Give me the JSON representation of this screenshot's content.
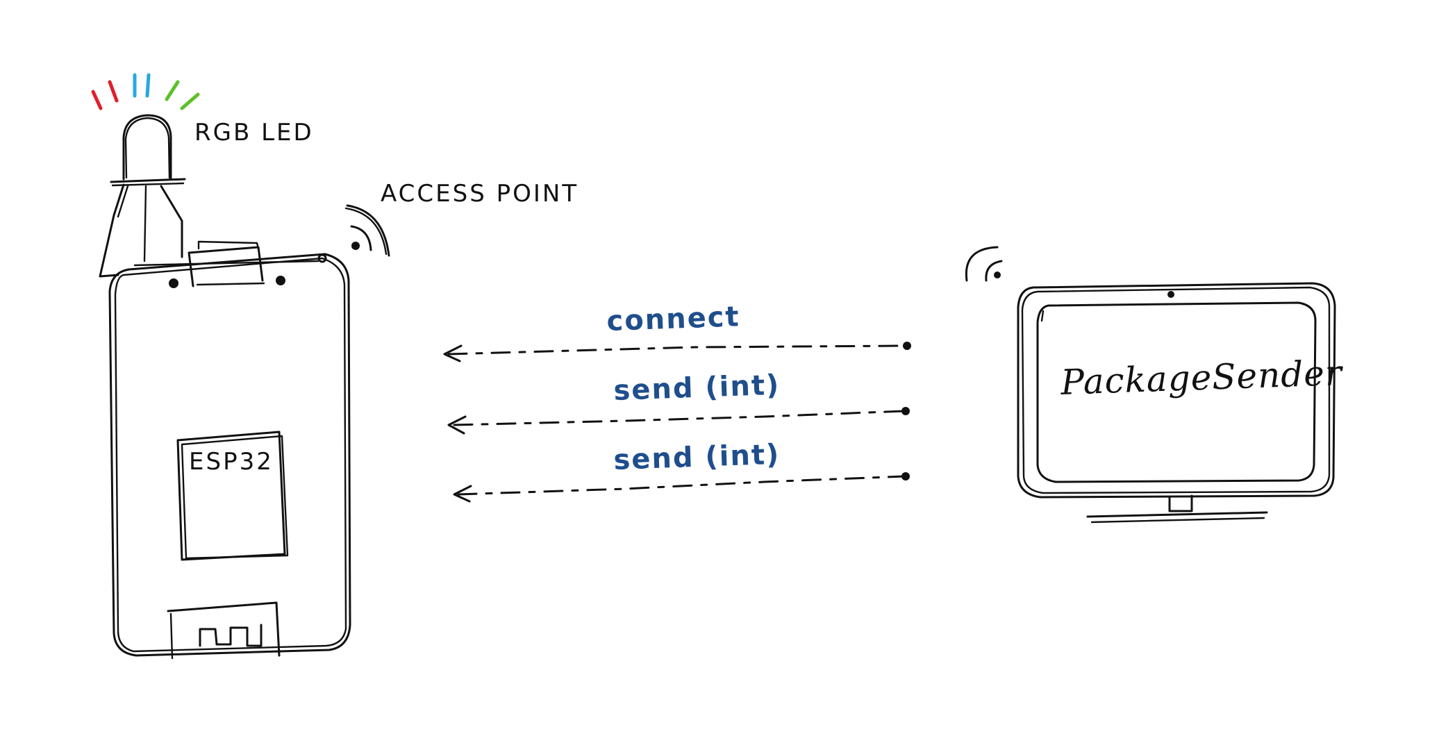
{
  "diagram": {
    "device": {
      "led_label": "RGB LED",
      "chip_label": "ESP32",
      "wifi_label": "ACCESS POINT"
    },
    "computer": {
      "screen_label": "PackageSender"
    },
    "messages": [
      {
        "label": "connect"
      },
      {
        "label": "send (int)"
      },
      {
        "label": "send (int)"
      }
    ],
    "colors": {
      "message_text": "#1f4e8c",
      "ink": "#111111",
      "led_red": "#e0202a",
      "led_blue": "#2aa7e0",
      "led_green": "#5cc02a"
    }
  }
}
